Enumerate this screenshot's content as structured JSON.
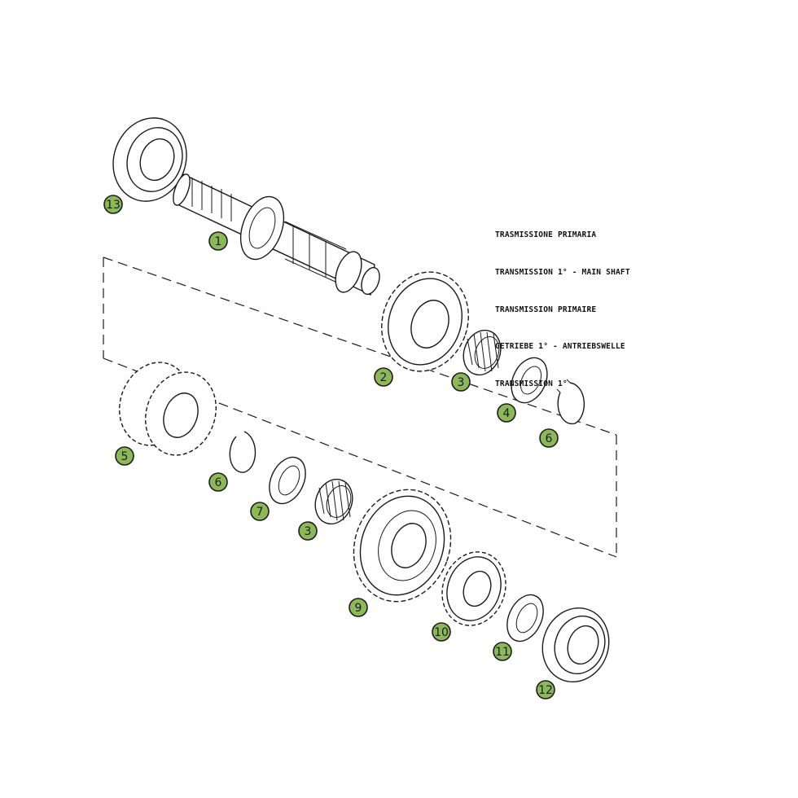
{
  "title_lines": [
    "TRASMISSIONE PRIMARIA",
    "TRANSMISSION 1° - MAIN SHAFT",
    "TRANSMISSION PRIMAIRE",
    "GETRIEBE 1° - ANTRIEBSWELLE",
    "TRANSMISSION 1°"
  ],
  "callout_color": "#8db85a",
  "callouts": [
    {
      "label": "1"
    },
    {
      "label": "2"
    },
    {
      "label": "3"
    },
    {
      "label": "4"
    },
    {
      "label": "6"
    },
    {
      "label": "5"
    },
    {
      "label": "6"
    },
    {
      "label": "7"
    },
    {
      "label": "3"
    },
    {
      "label": "9"
    },
    {
      "label": "10"
    },
    {
      "label": "11"
    },
    {
      "label": "12"
    },
    {
      "label": "13"
    }
  ],
  "parts": [
    {
      "name": "main-shaft"
    },
    {
      "name": "gear"
    },
    {
      "name": "needle-bearing"
    },
    {
      "name": "thrust-washer"
    },
    {
      "name": "circlip"
    },
    {
      "name": "double-gear"
    },
    {
      "name": "circlip"
    },
    {
      "name": "washer"
    },
    {
      "name": "needle-bearing"
    },
    {
      "name": "large-gear"
    },
    {
      "name": "small-gear"
    },
    {
      "name": "washer"
    },
    {
      "name": "ball-bearing"
    },
    {
      "name": "ball-bearing"
    }
  ]
}
